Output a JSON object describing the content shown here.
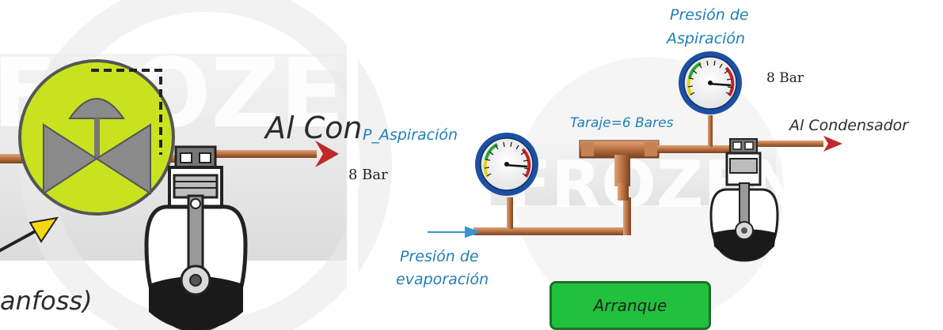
{
  "watermark": "FROZEN",
  "left_panel": {
    "condenser_label": "Al Con",
    "pressure_value": "8 Bar",
    "brand_fragment": "anfoss)"
  },
  "right_panel": {
    "gauge_suction_title_line1": "Presión de",
    "gauge_suction_title_line2": "Aspiración",
    "gauge_suction_value": "8 Bar",
    "gauge_inlet_title": "P_Aspiración",
    "gauge_inlet_value": "8 Bar",
    "setting_label": "Taraje=6 Bares",
    "condenser_label": "Al Condensador",
    "evaporation_line1": "Presión de",
    "evaporation_line2": "evaporación",
    "start_button": "Arranque"
  },
  "colors": {
    "pipe": "#b8703f",
    "arrow": "#c0282a",
    "inlet_arrow": "#3b93cf",
    "label_blue": "#1f7fb6",
    "valve_body": "#c9e21f",
    "gauge_rim": "#1d4fa3",
    "button_fill": "#21c13d"
  },
  "icons": [
    "pressure-gauge-icon",
    "compressor-icon",
    "expansion-valve-icon",
    "arrow-right-icon"
  ]
}
